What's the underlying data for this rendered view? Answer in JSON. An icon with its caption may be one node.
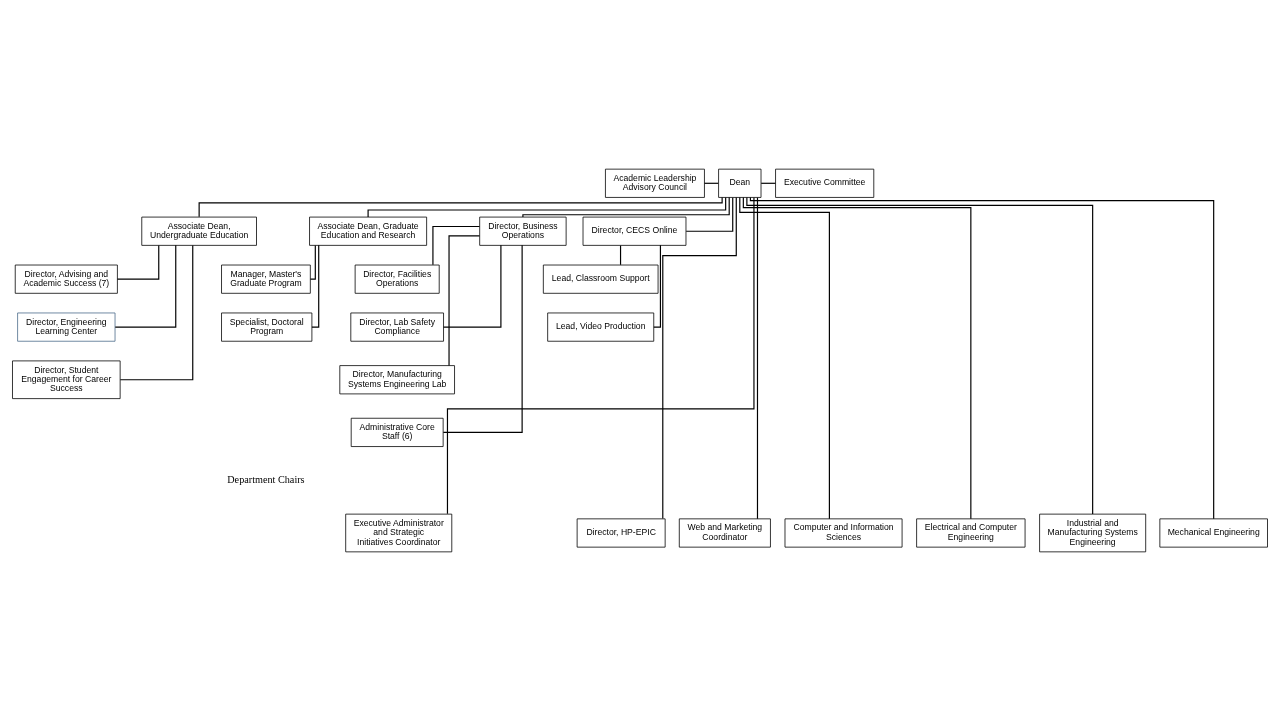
{
  "diagram": {
    "nodes": [
      {
        "text": [
          "Academic Leadership Advisory Council"
        ]
      },
      {
        "text": [
          "Dean"
        ]
      },
      {
        "text": [
          "Executive Committee"
        ]
      },
      {
        "text": [
          "Associate Dean, Undergraduate Education"
        ]
      },
      {
        "text": [
          "Director, Advising and Academic Success (7)"
        ]
      },
      {
        "text": [
          "Director, Engineering Learning Center"
        ]
      },
      {
        "text": [
          "Director, Student Engagement for Career Success"
        ]
      },
      {
        "text": [
          "Associate Dean, Graduate Education and Research"
        ]
      },
      {
        "text": [
          "Manager, Master's Graduate Program"
        ]
      },
      {
        "text": [
          "Specialist, Doctoral Program"
        ]
      },
      {
        "text": [
          "Director, Business Operations"
        ]
      },
      {
        "text": [
          "Director, Facilities Operations"
        ]
      },
      {
        "text": [
          "Director, Lab Safety Compliance"
        ]
      },
      {
        "text": [
          "Director, Manufacturing Systems Engineering Lab"
        ]
      },
      {
        "text": [
          "Administrative Core Staff (6)"
        ]
      },
      {
        "text": [
          "Director, CECS Online"
        ]
      },
      {
        "text": [
          "Lead, Classroom Support"
        ]
      },
      {
        "text": [
          "Lead, Video Production"
        ]
      },
      {
        "text": [
          "Executive Administrator and Strategic Initiatives Coordinator"
        ]
      },
      {
        "text": [
          "Director, HP-EPIC"
        ]
      },
      {
        "text": [
          "Web and Marketing Coordinator"
        ]
      },
      {
        "text": [
          "Computer and Information Sciences"
        ]
      },
      {
        "text": [
          "Electrical and Computer Engineering"
        ]
      },
      {
        "text": [
          "Industrial and Manufacturing Systems Engineering"
        ]
      },
      {
        "text": [
          "Mechanical Engineering"
        ]
      }
    ],
    "edges": [
      {
        "from": 0,
        "to": 1,
        "arrow": "none"
      },
      {
        "from": 1,
        "to": 2,
        "arrow": "none"
      },
      {
        "from": 1,
        "to": 3,
        "arrow": "none"
      },
      {
        "from": 1,
        "to": 7,
        "arrow": "none"
      },
      {
        "from": 1,
        "to": 10,
        "arrow": "none"
      },
      {
        "from": 1,
        "to": 15,
        "arrow": "none"
      },
      {
        "from": 1,
        "to": 18,
        "arrow": "none"
      },
      {
        "from": 1,
        "to": 19,
        "arrow": "none"
      },
      {
        "from": 1,
        "to": 20,
        "arrow": "none"
      },
      {
        "from": 3,
        "to": 4,
        "arrow": "none"
      },
      {
        "from": 3,
        "to": 5,
        "arrow": "none"
      },
      {
        "from": 3,
        "to": 6,
        "arrow": "none"
      },
      {
        "from": 7,
        "to": 8,
        "arrow": "none"
      },
      {
        "from": 7,
        "to": 9,
        "arrow": "none"
      },
      {
        "from": 10,
        "to": 11,
        "arrow": "none"
      },
      {
        "from": 10,
        "to": 12,
        "arrow": "none"
      },
      {
        "from": 10,
        "to": 13,
        "arrow": "none"
      },
      {
        "from": 10,
        "to": 14,
        "arrow": "none"
      },
      {
        "from": 15,
        "to": 16,
        "arrow": "none"
      },
      {
        "from": 15,
        "to": 17,
        "arrow": "none"
      },
      {
        "from": 1,
        "to": 21,
        "arrow": "none"
      },
      {
        "from": 1,
        "to": 22,
        "arrow": "none"
      },
      {
        "from": 1,
        "to": 23,
        "arrow": "none"
      },
      {
        "from": 1,
        "to": 24,
        "arrow": "none"
      }
    ],
    "labels": [
      "Department Chairs"
    ]
  }
}
